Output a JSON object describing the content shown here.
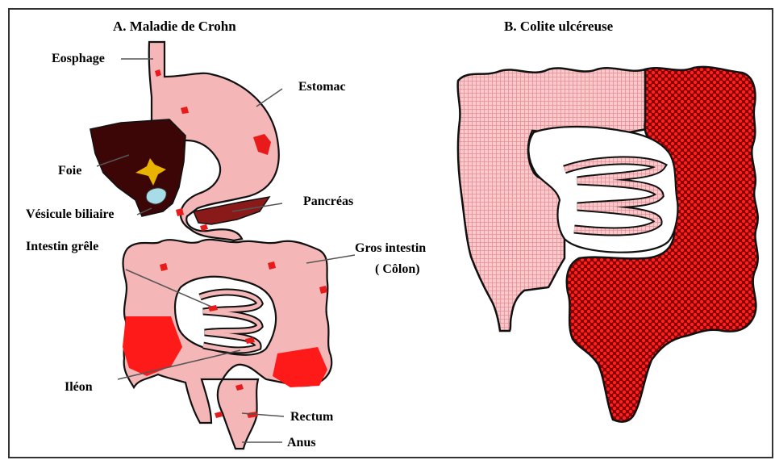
{
  "panels": {
    "crohn": {
      "title": "A.  Maladie de Crohn"
    },
    "colite": {
      "title": "B.  Colite ulcéreuse"
    }
  },
  "labels": {
    "oesophage": "Eosphage",
    "estomac": "Estomac",
    "foie": "Foie",
    "vesicule": "Vésicule biliaire",
    "pancreas": "Pancréas",
    "intestin_grele": "Intestin grêle",
    "gros_intestin": "Gros intestin",
    "colon": "( Côlon)",
    "ileon": "Iléon",
    "rectum": "Rectum",
    "anus": "Anus"
  },
  "colors": {
    "healthy_tissue": "#f4b6b6",
    "inflamed": "#ff1a1a",
    "lesion": "#e81a1a",
    "liver": "#3d0606",
    "pancreas": "#8a1a1a",
    "bile_duct": "#e8b400",
    "gallbladder": "#a8dde8",
    "ulcerated_pattern": "#d40000"
  }
}
